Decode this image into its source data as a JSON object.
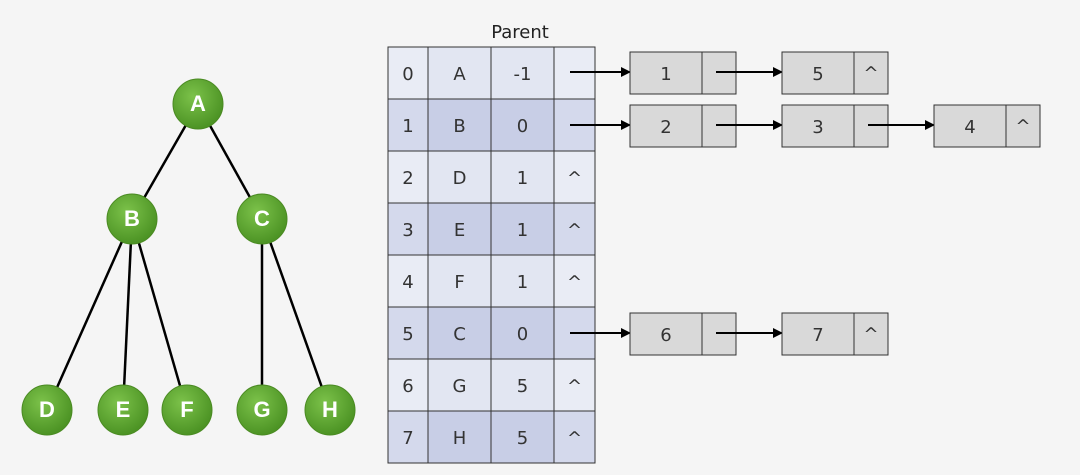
{
  "tree": {
    "nodes": [
      {
        "id": "A",
        "label": "A"
      },
      {
        "id": "B",
        "label": "B"
      },
      {
        "id": "C",
        "label": "C"
      },
      {
        "id": "D",
        "label": "D"
      },
      {
        "id": "E",
        "label": "E"
      },
      {
        "id": "F",
        "label": "F"
      },
      {
        "id": "G",
        "label": "G"
      },
      {
        "id": "H",
        "label": "H"
      }
    ],
    "edges": [
      [
        "A",
        "B"
      ],
      [
        "A",
        "C"
      ],
      [
        "B",
        "D"
      ],
      [
        "B",
        "E"
      ],
      [
        "B",
        "F"
      ],
      [
        "C",
        "G"
      ],
      [
        "C",
        "H"
      ]
    ],
    "node_color": "#5aa02c"
  },
  "table": {
    "header": "Parent",
    "rows": [
      {
        "index": "0",
        "data": "A",
        "parent": "-1",
        "child": "",
        "has_list": true
      },
      {
        "index": "1",
        "data": "B",
        "parent": "0",
        "child": "",
        "has_list": true
      },
      {
        "index": "2",
        "data": "D",
        "parent": "1",
        "child": "^",
        "has_list": false
      },
      {
        "index": "3",
        "data": "E",
        "parent": "1",
        "child": "^",
        "has_list": false
      },
      {
        "index": "4",
        "data": "F",
        "parent": "1",
        "child": "^",
        "has_list": false
      },
      {
        "index": "5",
        "data": "C",
        "parent": "0",
        "child": "",
        "has_list": true
      },
      {
        "index": "6",
        "data": "G",
        "parent": "5",
        "child": "^",
        "has_list": false
      },
      {
        "index": "7",
        "data": "H",
        "parent": "5",
        "child": "^",
        "has_list": false
      }
    ]
  },
  "child_lists": [
    {
      "row": 0,
      "items": [
        {
          "value": "1",
          "next": ""
        },
        {
          "value": "5",
          "next": "^"
        }
      ]
    },
    {
      "row": 1,
      "items": [
        {
          "value": "2",
          "next": ""
        },
        {
          "value": "3",
          "next": ""
        },
        {
          "value": "4",
          "next": "^"
        }
      ]
    },
    {
      "row": 5,
      "items": [
        {
          "value": "6",
          "next": ""
        },
        {
          "value": "7",
          "next": "^"
        }
      ]
    }
  ]
}
